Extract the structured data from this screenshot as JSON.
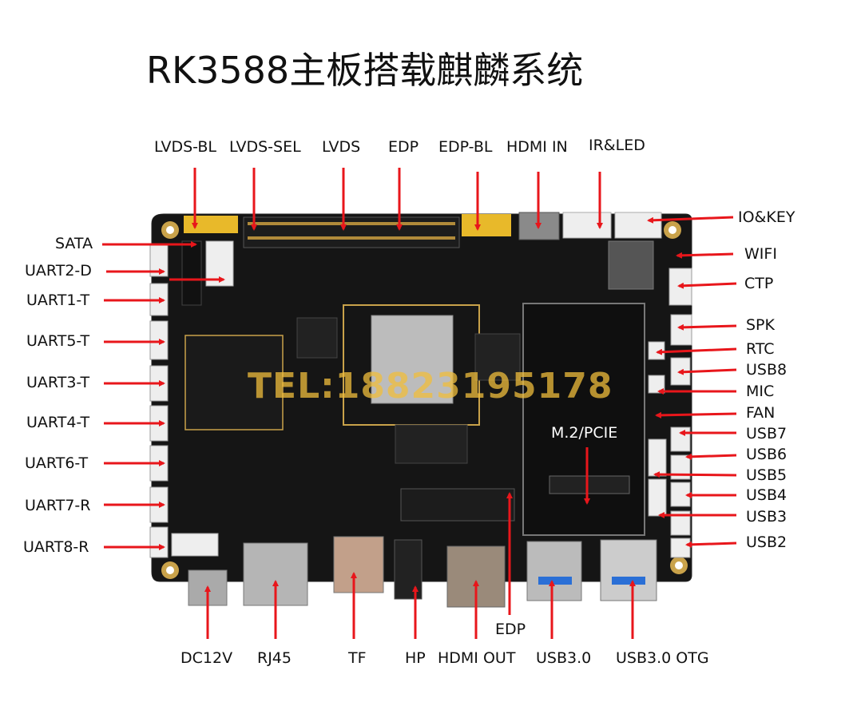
{
  "title": "RK3588主板搭载麒麟系统",
  "watermark": "TEL:18823195178",
  "module_label": "M.2/PCIE",
  "colors": {
    "arrow": "#e8161b",
    "board": "#151515",
    "accent": "#f0be3c"
  },
  "labels": {
    "lvds_bl": "LVDS-BL",
    "lvds_sel": "LVDS-SEL",
    "lvds": "LVDS",
    "edp_top": "EDP",
    "edp_bl": "EDP-BL",
    "hdmi_in": "HDMI IN",
    "ir_led": "IR&LED",
    "io_key": "IO&KEY",
    "wifi": "WIFI",
    "ctp": "CTP",
    "spk": "SPK",
    "rtc": "RTC",
    "usb8": "USB8",
    "mic": "MIC",
    "fan": "FAN",
    "usb7": "USB7",
    "usb6": "USB6",
    "usb5": "USB5",
    "usb4": "USB4",
    "usb3": "USB3",
    "usb2": "USB2",
    "sata": "SATA",
    "uart2_d": "UART2-D",
    "uart1_t": "UART1-T",
    "uart5_t": "UART5-T",
    "uart3_t": "UART3-T",
    "uart4_t": "UART4-T",
    "uart6_t": "UART6-T",
    "uart7_r": "UART7-R",
    "uart8_r": "UART8-R",
    "dc12v": "DC12V",
    "rj45": "RJ45",
    "tf": "TF",
    "hp": "HP",
    "hdmi_out": "HDMI OUT",
    "edp_bottom": "EDP",
    "usb30": "USB3.0",
    "usb30_otg": "USB3.0 OTG"
  }
}
